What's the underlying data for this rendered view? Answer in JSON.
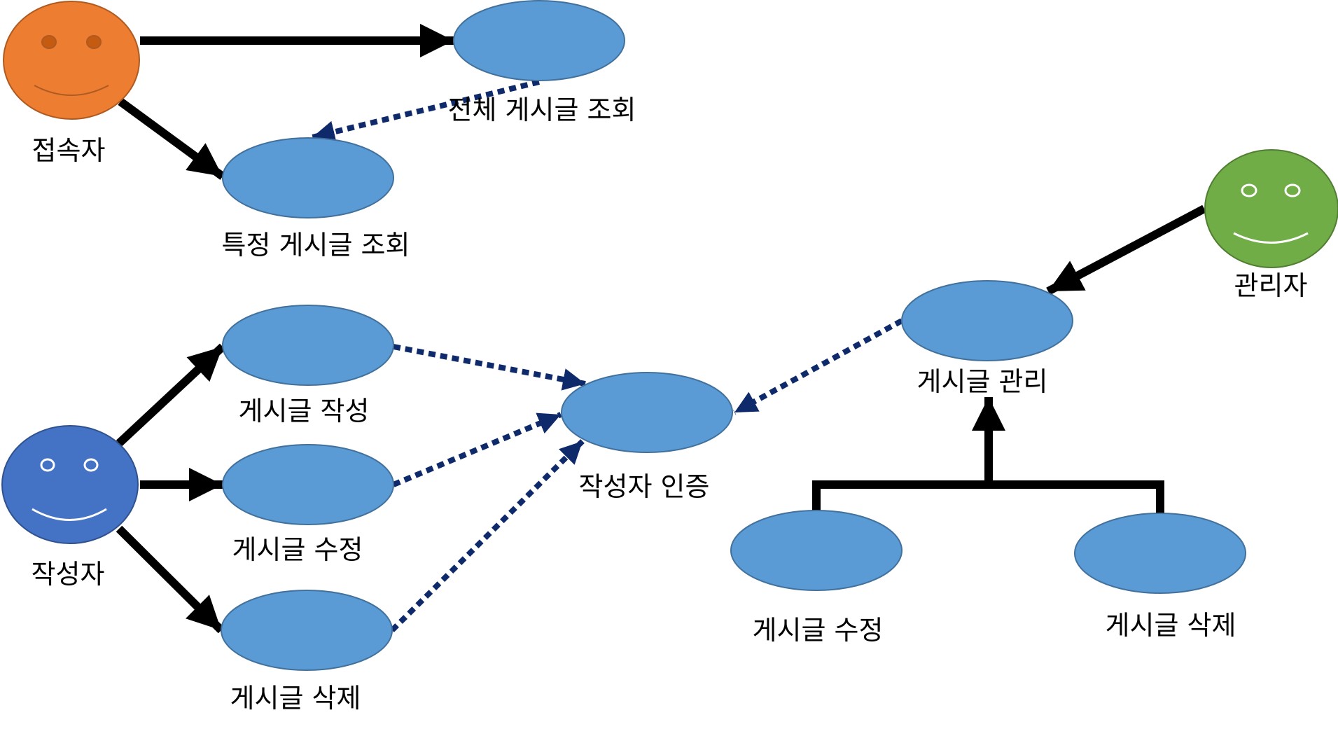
{
  "actors": {
    "visitor": {
      "label": "접속자",
      "color": "#ed7d31"
    },
    "writer": {
      "label": "작성자",
      "color": "#4472c4"
    },
    "admin": {
      "label": "관리자",
      "color": "#70ad47"
    }
  },
  "use_cases": {
    "view_all": {
      "label": "전체 게시글 조회"
    },
    "view_one": {
      "label": "특정 게시글 조회"
    },
    "write": {
      "label": "게시글 작성"
    },
    "edit": {
      "label": "게시글 수정"
    },
    "delete": {
      "label": "게시글 삭제"
    },
    "auth": {
      "label": "작성자 인증"
    },
    "manage": {
      "label": "게시글 관리"
    },
    "manage_edit": {
      "label": "게시글 수정"
    },
    "manage_delete": {
      "label": "게시글 삭제"
    }
  },
  "colors": {
    "use_case_fill": "#5b9bd5",
    "use_case_stroke": "#41719c",
    "association": "#000000",
    "dependency": "#0e2a6b"
  }
}
